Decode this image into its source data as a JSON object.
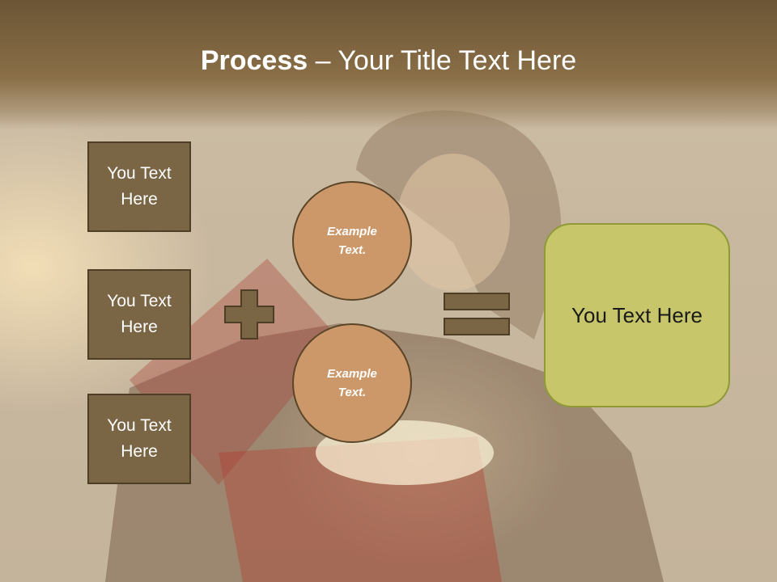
{
  "slide": {
    "title_bold": "Process",
    "title_rest": " – Your Title Text Here"
  },
  "boxes": [
    {
      "label": "You Text Here"
    },
    {
      "label": "You Text Here"
    },
    {
      "label": "You Text Here"
    }
  ],
  "circles": [
    {
      "label": "Example Text."
    },
    {
      "label": "Example Text."
    }
  ],
  "result": {
    "label": "You Text Here"
  },
  "icons": {
    "plus": "plus-icon",
    "equals": "equals-icon"
  },
  "colors": {
    "box_fill": "#7a6545",
    "circle_fill": "#cc9869",
    "result_fill": "#c8c66a",
    "operator_fill": "#7a6545"
  }
}
